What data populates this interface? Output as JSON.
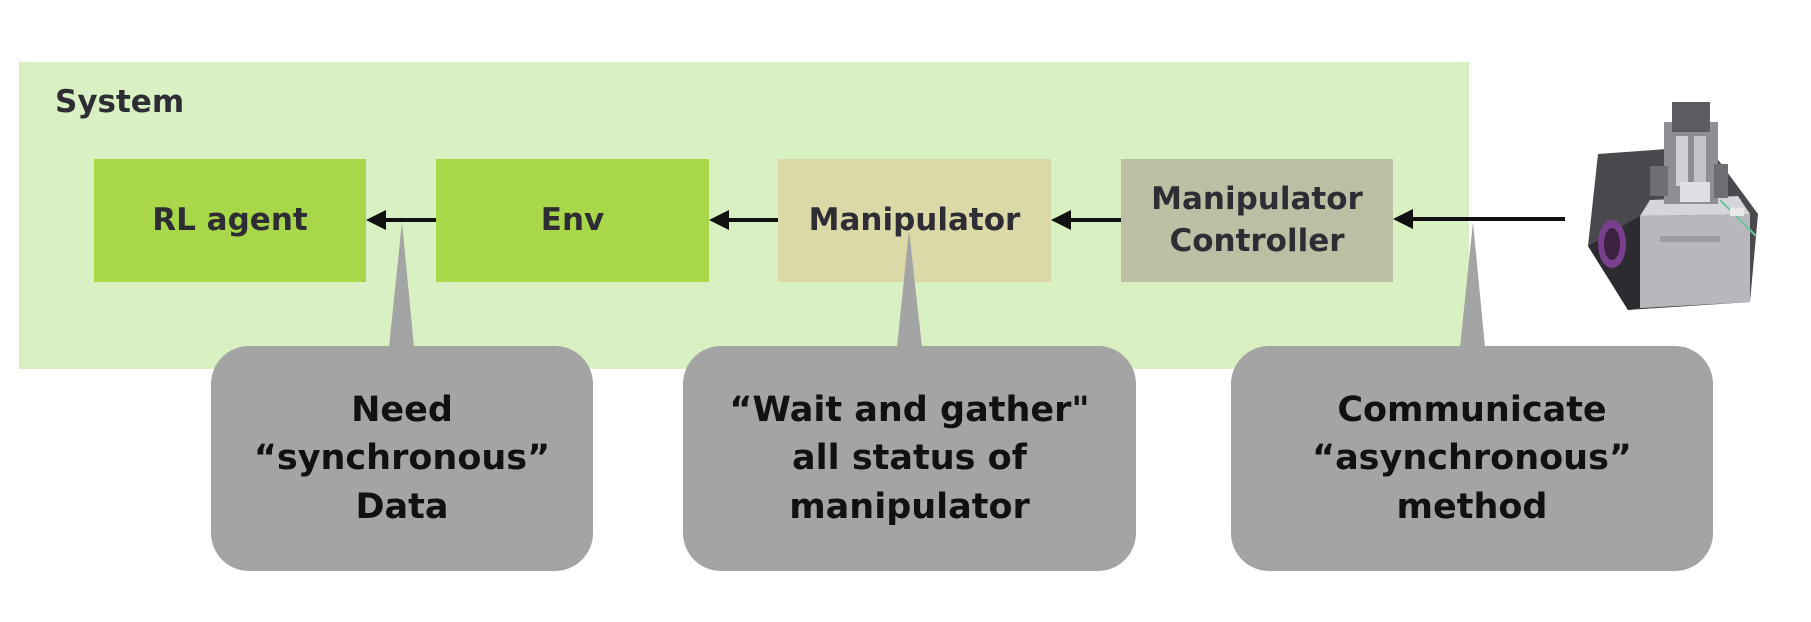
{
  "diagram": {
    "system_label": "System",
    "colors": {
      "system_background": "#d8f0c2",
      "rl_agent": "#a8d84a",
      "env": "#a8d84a",
      "manipulator": "#dbd9a8",
      "manipulator_controller": "#bdbfa5",
      "callout": "#a4a4a4",
      "arrow": "#111111"
    },
    "nodes": {
      "rl_agent": {
        "label": "RL agent"
      },
      "env": {
        "label": "Env"
      },
      "manipulator": {
        "label": "Manipulator"
      },
      "manipulator_controller": {
        "line1": "Manipulator",
        "line2": "Controller"
      }
    },
    "callouts": {
      "sync": {
        "line1": "Need",
        "line2": "“synchronous”",
        "line3": "Data"
      },
      "gather": {
        "line1": "“Wait and gather\"",
        "line2": "all status of",
        "line3": "manipulator"
      },
      "async": {
        "line1": "Communicate",
        "line2": "“asynchronous”",
        "line3": "method"
      }
    },
    "device_image": "robot-manipulator-photo"
  }
}
